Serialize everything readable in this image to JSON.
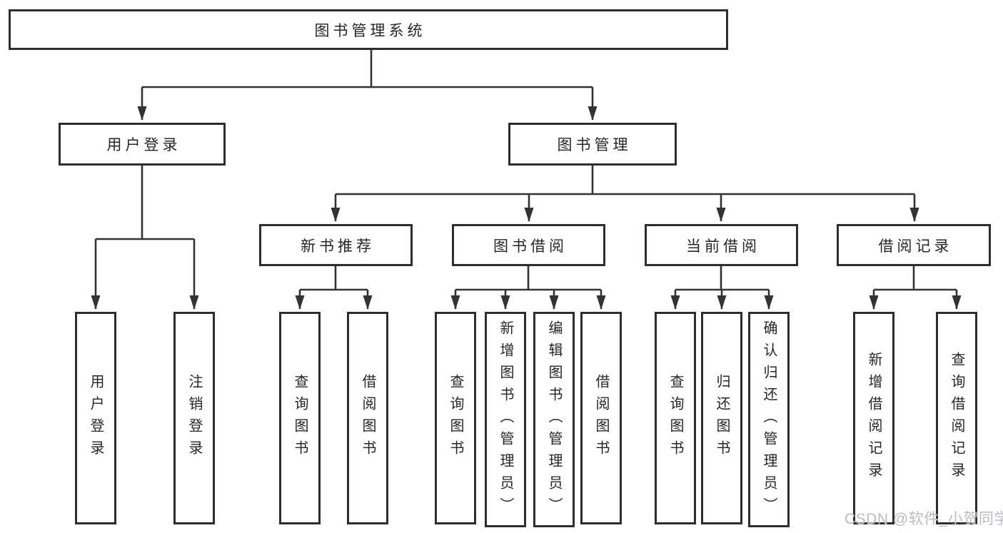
{
  "tree": {
    "root": {
      "label": "图书管理系统",
      "children": [
        {
          "label": "用户登录",
          "children": [
            {
              "label": "用户登录"
            },
            {
              "label": "注销登录"
            }
          ]
        },
        {
          "label": "图书管理",
          "children": [
            {
              "label": "新书推荐",
              "children": [
                {
                  "label": "查询图书"
                },
                {
                  "label": "借阅图书"
                }
              ]
            },
            {
              "label": "图书借阅",
              "children": [
                {
                  "label": "查询图书"
                },
                {
                  "label": "新增图书（管理员）"
                },
                {
                  "label": "编辑图书（管理员）"
                },
                {
                  "label": "借阅图书"
                }
              ]
            },
            {
              "label": "当前借阅",
              "children": [
                {
                  "label": "查询图书"
                },
                {
                  "label": "归还图书"
                },
                {
                  "label": "确认归还（管理员）"
                }
              ]
            },
            {
              "label": "借阅记录",
              "children": [
                {
                  "label": "新增借阅记录"
                },
                {
                  "label": "查询借阅记录"
                }
              ]
            }
          ]
        }
      ]
    }
  },
  "watermark": {
    "text": "CSDN @软件_小贺同学"
  },
  "colors": {
    "line": "#333333",
    "border": "#2e2e2e",
    "text": "#262626",
    "background": "#ffffff",
    "watermark": "#b9bcc2"
  }
}
